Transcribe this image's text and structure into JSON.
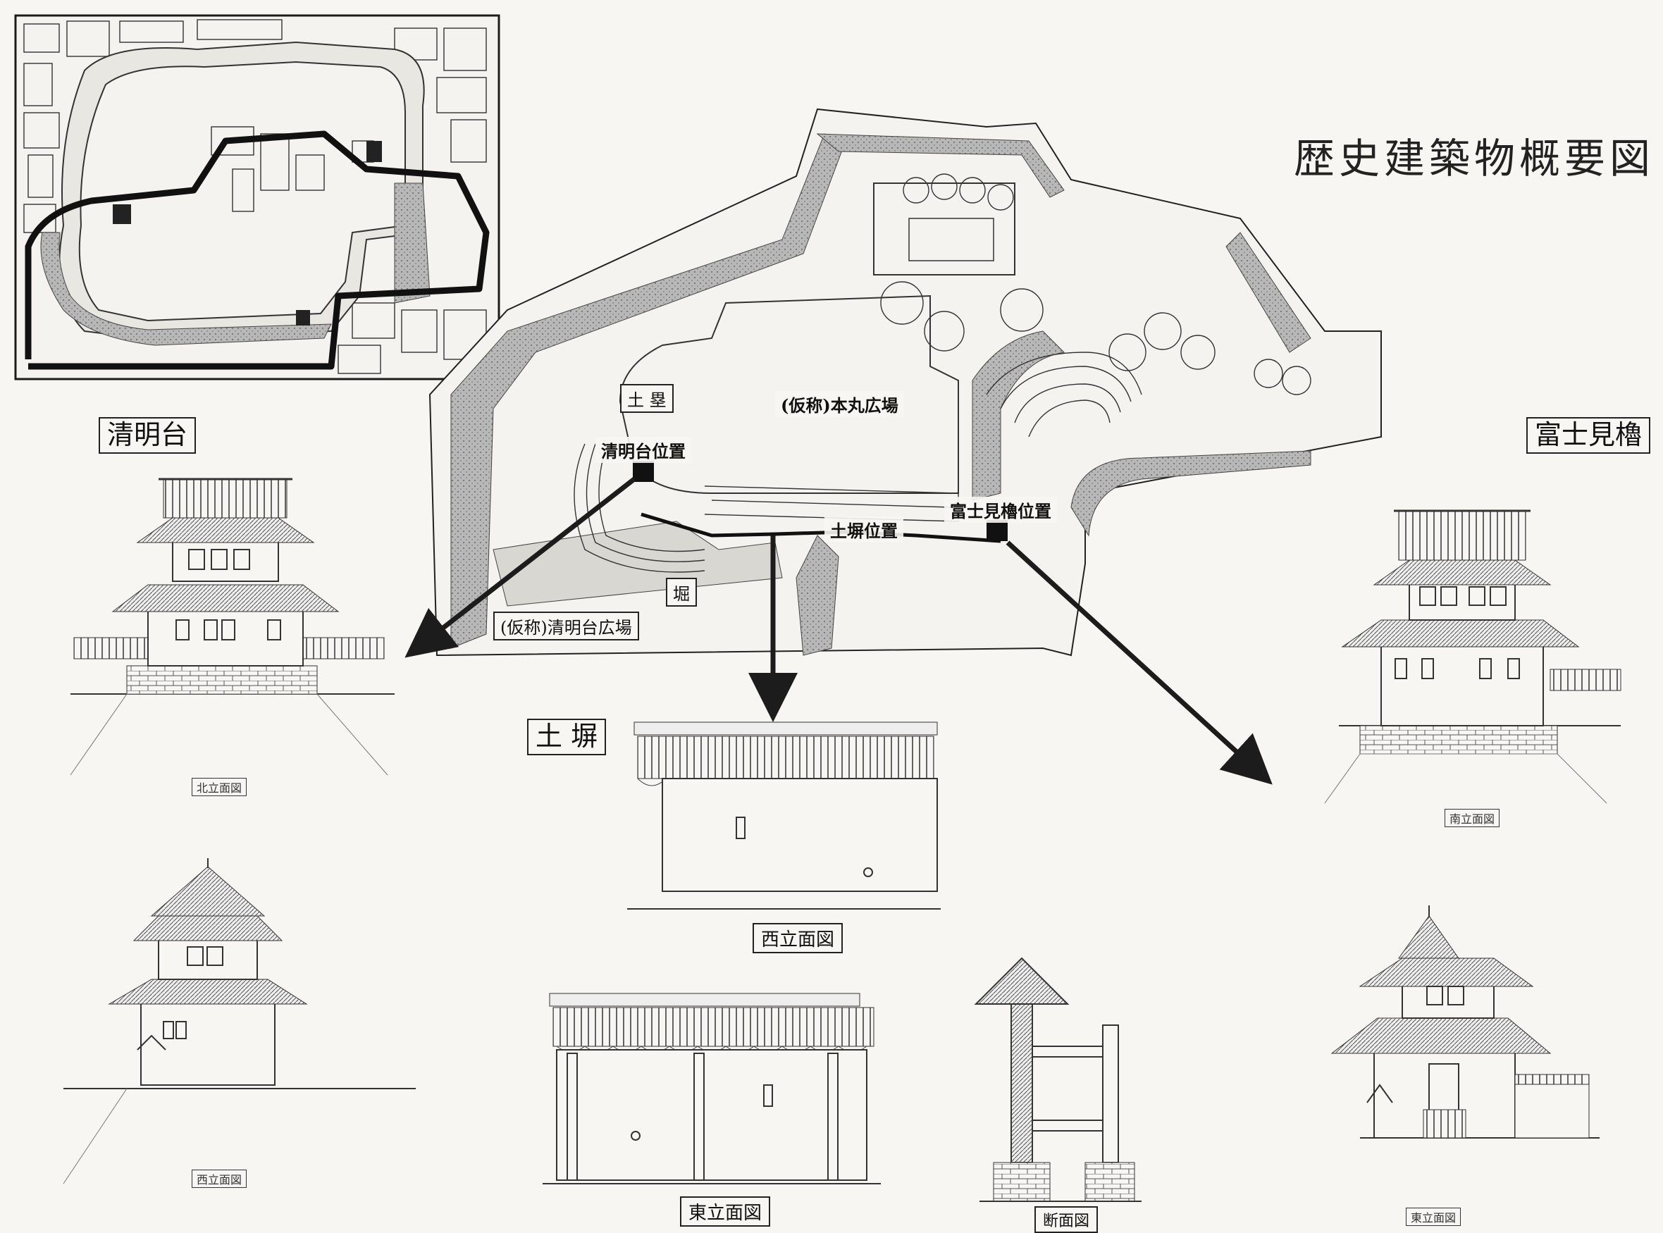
{
  "title": "歴史建築物概要図",
  "sections": {
    "seimeidai": "清明台",
    "fujimi": "富士見櫓",
    "dobei": "土 塀"
  },
  "map_labels": {
    "dorui": "土 塁",
    "honmaru_plaza": "(仮称)本丸広場",
    "seimeidai_position": "清明台位置",
    "fujimi_position": "富士見櫓位置",
    "dobei_position": "土塀位置",
    "hori": "堀",
    "seimeidai_plaza": "(仮称)清明台広場"
  },
  "captions": {
    "dobei_west": "西立面図",
    "dobei_east": "東立面図",
    "dobei_section": "断面図",
    "seimeidai_north": "北立面図",
    "seimeidai_west": "西立面図",
    "fujimi_south": "南立面図",
    "fujimi_east": "東立面図"
  },
  "colors": {
    "ink": "#1c1c1c",
    "paper": "#f7f6f2",
    "hatch": "#9a9a9a"
  }
}
